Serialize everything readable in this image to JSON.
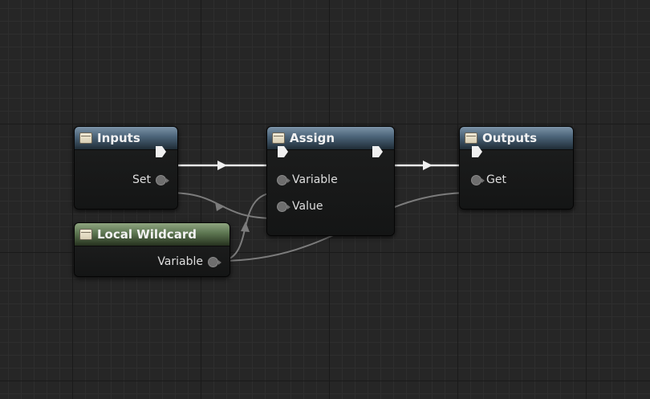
{
  "nodes": {
    "inputs": {
      "title": "Inputs",
      "pin_set": "Set"
    },
    "assign": {
      "title": "Assign",
      "pin_variable": "Variable",
      "pin_value": "Value"
    },
    "outputs": {
      "title": "Outputs",
      "pin_get": "Get"
    },
    "local_wildcard": {
      "title": "Local Wildcard",
      "pin_variable": "Variable"
    }
  },
  "colors": {
    "exec_wire": "#ffffff",
    "data_wire": "#8a8a8a",
    "header_blue": "#4a6277",
    "header_green": "#5c7550"
  }
}
